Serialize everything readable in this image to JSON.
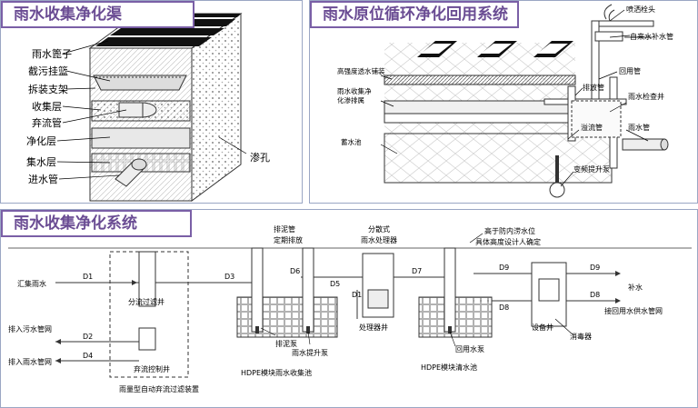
{
  "accent_color": "#6a4c93",
  "panel1": {
    "title": "雨水收集净化渠",
    "labels": [
      "雨水篦子",
      "截污挂篮",
      "拆装支架",
      "收集层",
      "弃流管",
      "净化层",
      "集水层",
      "进水管"
    ],
    "hole_label": "渗孔"
  },
  "panel2": {
    "title": "雨水原位循环净化回用系统",
    "labels": {
      "sprinkler": "喷洒栓头",
      "tap_water": "自来水补水管",
      "reuse_pipe": "回用管",
      "drain_pipe": "排放管",
      "inspection_well": "雨水检查井",
      "rain_pipe": "雨水管",
      "overflow_pipe": "溢流管",
      "pump": "变频提升泵",
      "permeable": "高强度透水铺装",
      "collect_1": "雨水收集净",
      "collect_2": "化渗排属",
      "tank": "蓄水池"
    }
  },
  "panel3": {
    "title": "雨水收集净化系统",
    "labels": {
      "converge": "汇集雨水",
      "sewage": "排入污水管网",
      "rain_net": "排入雨水管网",
      "filter_well": "分流过滤井",
      "diversion_well": "弃流控制井",
      "device": "雨量型自动弃流过滤装置",
      "mud_pipe": "排泥管",
      "timed": "定期排放",
      "mud_pump": "排泥泵",
      "lift_pump": "雨水提升泵",
      "hdpe_collect": "HDPE模块雨水收集池",
      "dispersed_1": "分散式",
      "dispersed_2": "雨水处理器",
      "processor_well": "处理器井",
      "high_1": "高于防内涝水位",
      "high_2": "具体高度设计人确定",
      "reuse_pump": "回用水泵",
      "hdpe_clean": "HDPE模块清水池",
      "equip_well": "设备井",
      "disinfector": "消毒器",
      "refill": "补水",
      "reuse_net": "接回用水供水管网",
      "d_codes": [
        "D1",
        "D2",
        "D3",
        "D4",
        "D5",
        "D6",
        "D7",
        "D8",
        "D9",
        "D9",
        "D8",
        "D1"
      ]
    }
  }
}
